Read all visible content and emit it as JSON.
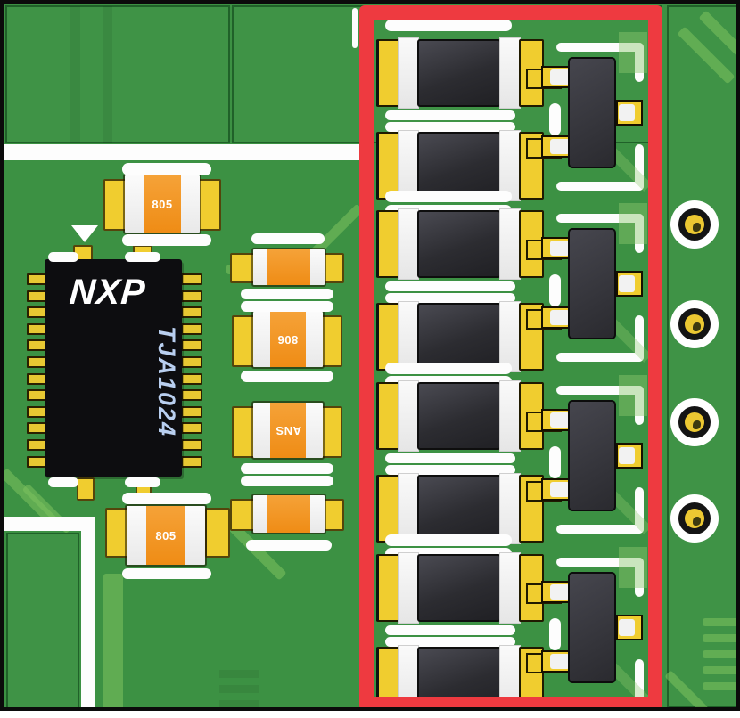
{
  "image": {
    "type": "pcb-close-up-render",
    "description": "Green printed circuit board with an NXP TJA1024 transceiver IC, orange chip capacitors, and a red annotation rectangle highlighting four pairs of suppression diodes with SOT-23 transistors and four gold test points"
  },
  "ic": {
    "logo": "NXP",
    "part_number": "TJA1024",
    "pins_per_side": 12
  },
  "capacitors": {
    "top": {
      "marking": "805"
    },
    "bottom": {
      "marking": "805"
    },
    "mid_upper": {
      "marking": "806",
      "rotated_180": true
    },
    "mid_lower": {
      "marking": "ANS",
      "rotated_180": true
    },
    "mid_small_top": {
      "marking": ""
    },
    "mid_small_bottom": {
      "marking": ""
    }
  },
  "highlight": {
    "color": "#ee3a40",
    "groups": 4,
    "diodes_per_group": 2,
    "transistors_per_group": 1
  },
  "test_points": {
    "count": 4
  },
  "colors": {
    "board_green": "#3c9143",
    "trace_light_green": "#7dc35f",
    "pad_yellow": "#f0cd2f",
    "component_orange": "#f0921f",
    "silkscreen_white": "#ffffff",
    "component_body_dark": "#2e2e33",
    "ic_black": "#0d0d10",
    "ic_label_blue": "#b9cff0",
    "highlight_red": "#ee3a40"
  }
}
